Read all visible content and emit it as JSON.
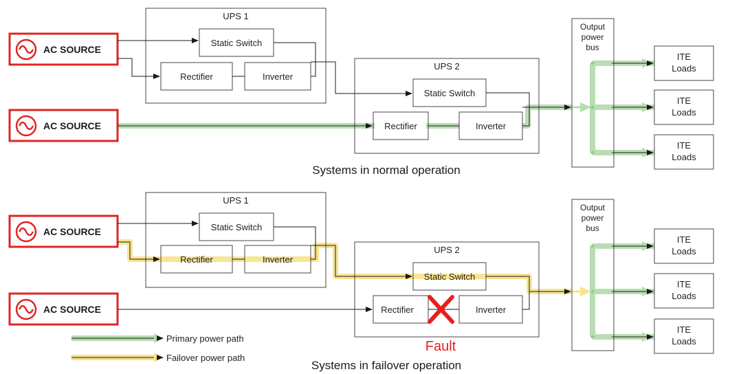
{
  "colors": {
    "primary_highlight": "#b7dcb0",
    "failover_highlight": "#f8e38c",
    "source_border": "#e02424",
    "fault_red": "#e8201c",
    "box_border": "#444444",
    "line": "#1a1a1a",
    "text": "#222222"
  },
  "sections": [
    {
      "caption": "Systems in normal operation",
      "ac_sources": [
        {
          "label": "AC SOURCE",
          "icon": "sine-wave-icon"
        },
        {
          "label": "AC SOURCE",
          "icon": "sine-wave-icon"
        }
      ],
      "ups_units": [
        {
          "title": "UPS 1",
          "static_switch": "Static Switch",
          "rectifier": "Rectifier",
          "inverter": "Inverter"
        },
        {
          "title": "UPS 2",
          "static_switch": "Static Switch",
          "rectifier": "Rectifier",
          "inverter": "Inverter"
        }
      ],
      "output_bus": {
        "label_lines": [
          "Output",
          "power",
          "bus"
        ]
      },
      "loads": [
        {
          "line1": "ITE",
          "line2": "Loads"
        },
        {
          "line1": "ITE",
          "line2": "Loads"
        },
        {
          "line1": "ITE",
          "line2": "Loads"
        }
      ]
    },
    {
      "caption": "Systems in failover operation",
      "ac_sources": [
        {
          "label": "AC SOURCE",
          "icon": "sine-wave-icon"
        },
        {
          "label": "AC SOURCE",
          "icon": "sine-wave-icon"
        }
      ],
      "ups_units": [
        {
          "title": "UPS 1",
          "static_switch": "Static Switch",
          "rectifier": "Rectifier",
          "inverter": "Inverter"
        },
        {
          "title": "UPS 2",
          "static_switch": "Static Switch",
          "rectifier": "Rectifier",
          "inverter": "Inverter"
        }
      ],
      "output_bus": {
        "label_lines": [
          "Output",
          "power",
          "bus"
        ]
      },
      "loads": [
        {
          "line1": "ITE",
          "line2": "Loads"
        },
        {
          "line1": "ITE",
          "line2": "Loads"
        },
        {
          "line1": "ITE",
          "line2": "Loads"
        }
      ],
      "fault_label": "Fault"
    }
  ],
  "legend": {
    "primary": "Primary power path",
    "failover": "Failover power path"
  }
}
